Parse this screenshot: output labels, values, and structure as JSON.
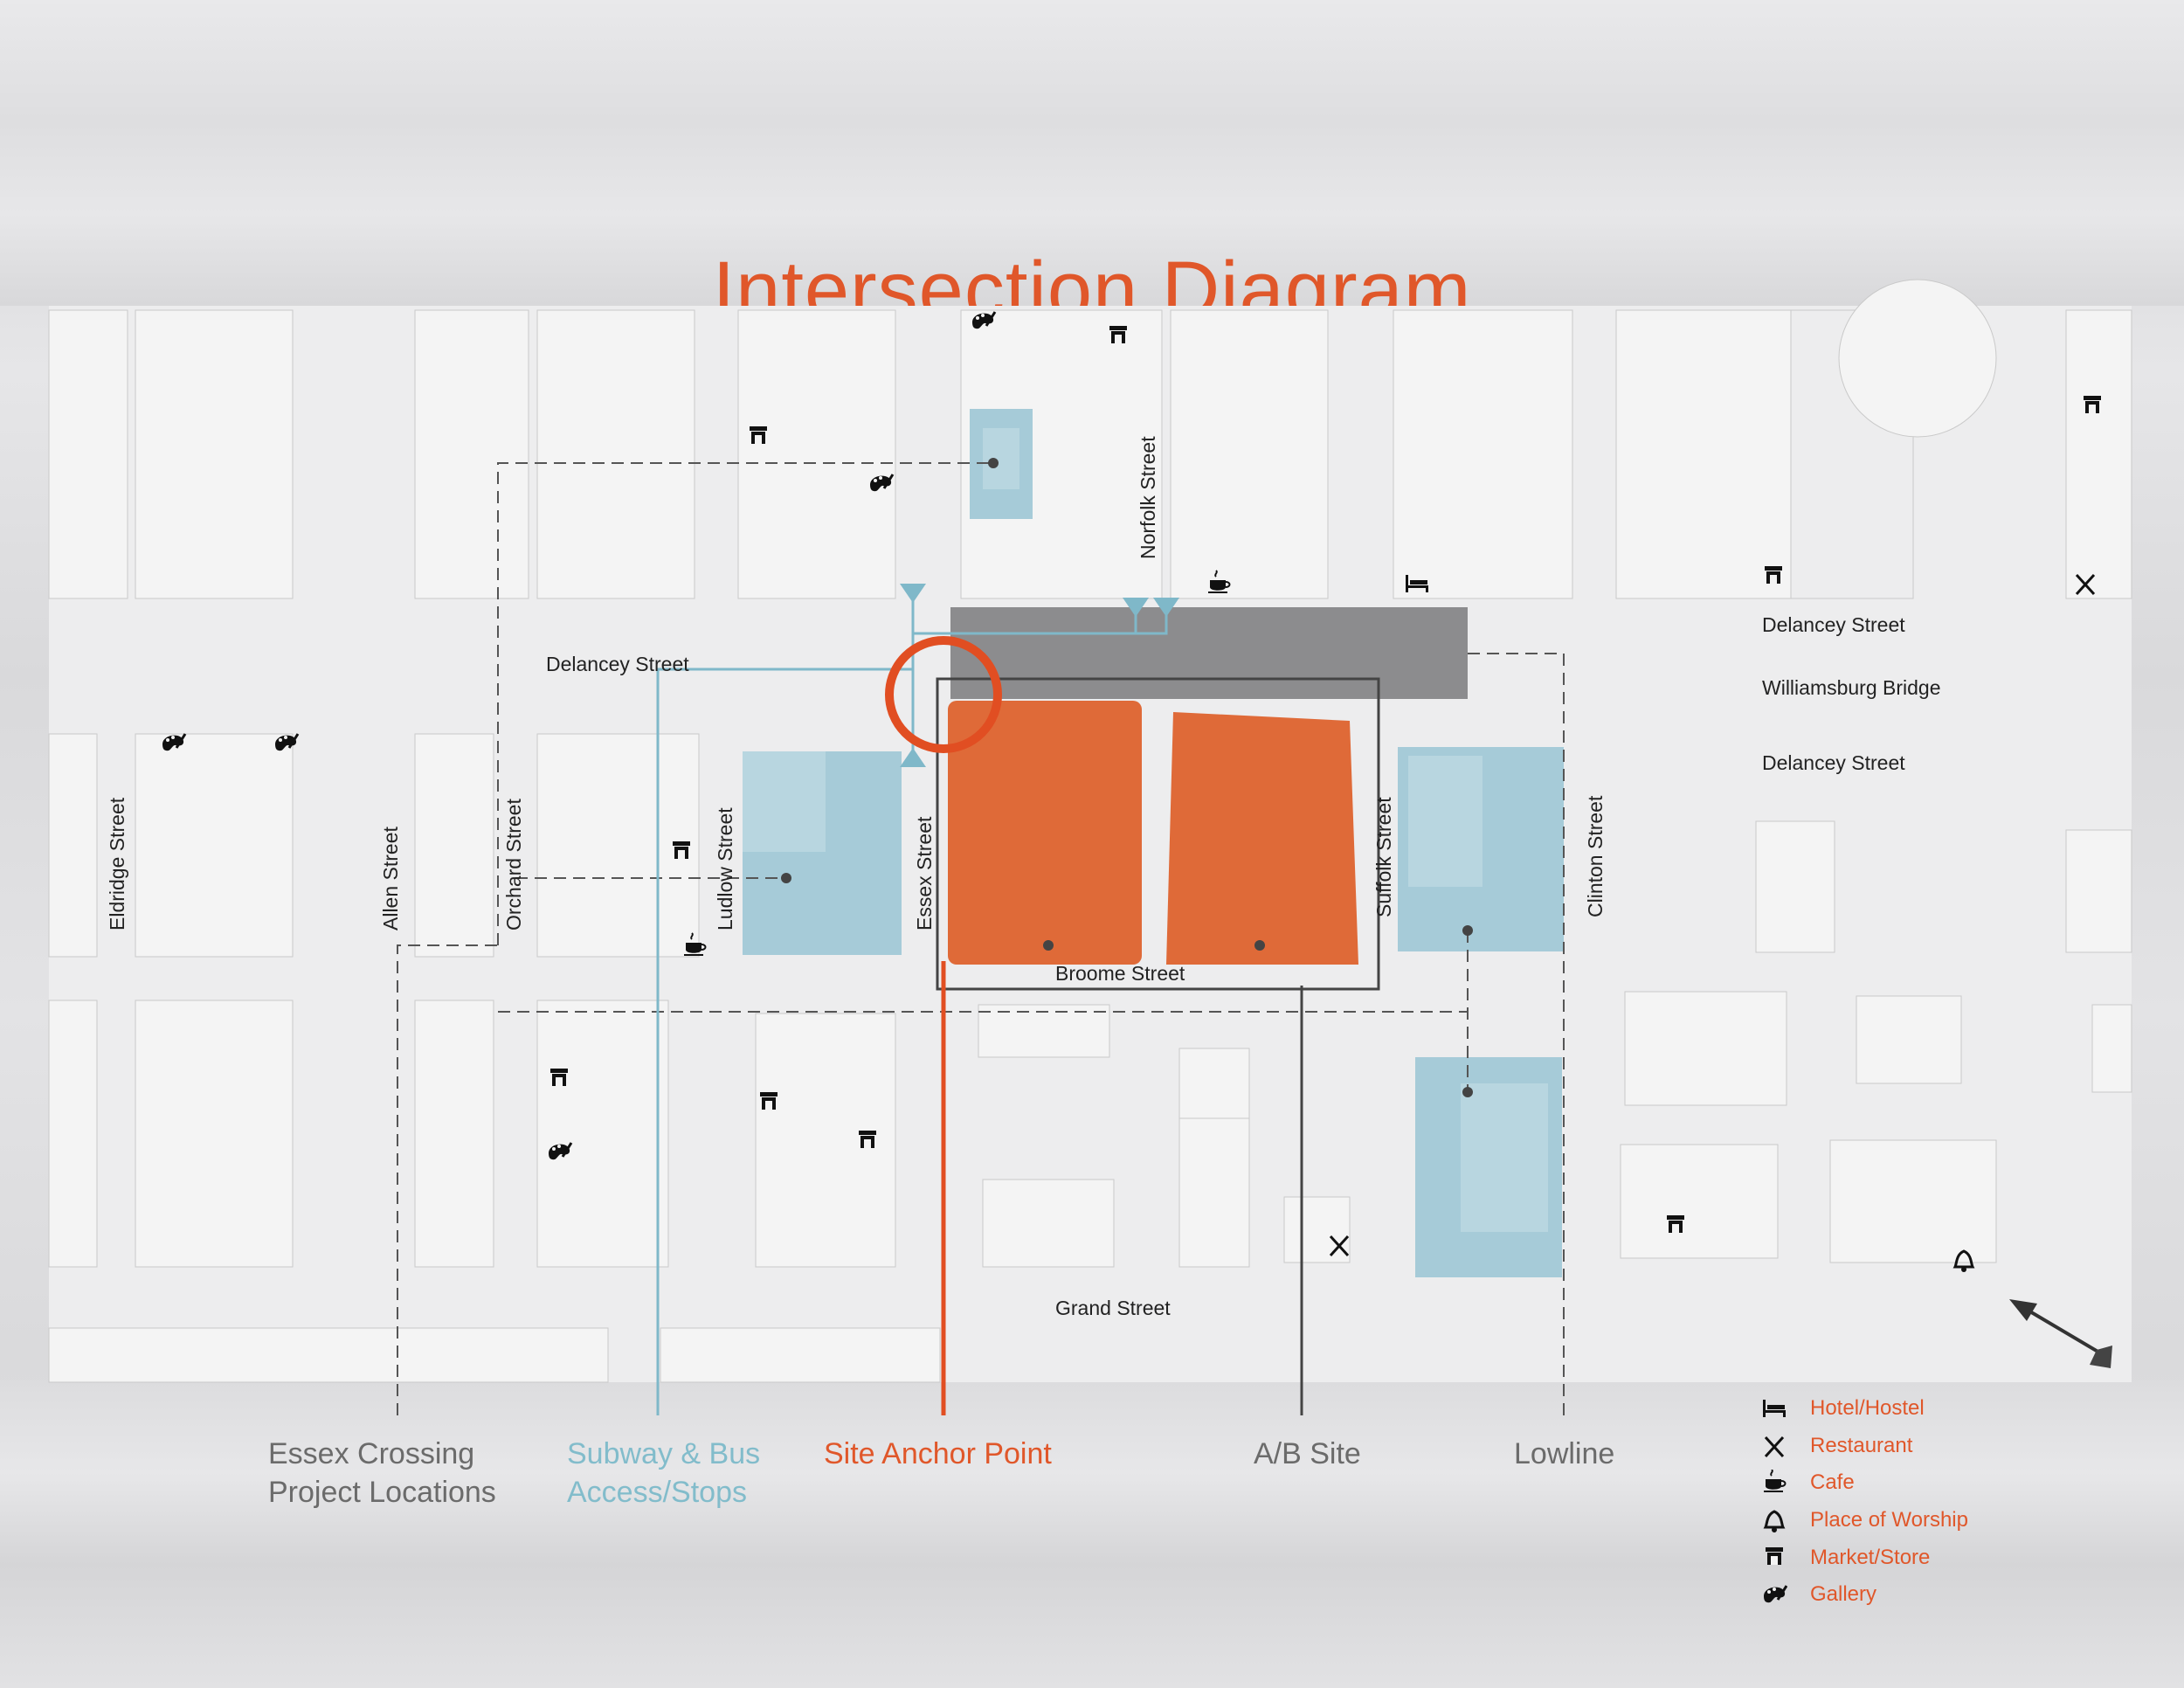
{
  "title": "Intersection Diagram",
  "colors": {
    "accent": "#e0572a",
    "site_orange": "#df6a38",
    "water_blue": "#a6cbd8",
    "transit_blue": "#7fb8c9",
    "anchor_red": "#e14e22",
    "lowline_gray": "#8c8c8e",
    "building": "#f1f1f1",
    "ground": "#ececec"
  },
  "streets": {
    "delancey_west": "Delancey Street",
    "delancey_east_north": "Delancey Street",
    "williamsburg_bridge": "Williamsburg Bridge",
    "delancey_east_south": "Delancey Street",
    "eldridge": "Eldridge Street",
    "allen": "Allen Street",
    "orchard": "Orchard Street",
    "ludlow": "Ludlow Street",
    "essex": "Essex Street",
    "norfolk": "Norfolk Street",
    "suffolk": "Suffolk Street",
    "clinton": "Clinton Street",
    "broome": "Broome Street",
    "grand": "Grand Street"
  },
  "legend_categories": [
    {
      "key": "essex_crossing",
      "label": "Essex Crossing\nProject Locations",
      "color": "#6b6b6b"
    },
    {
      "key": "subway_bus",
      "label": "Subway & Bus\nAccess/Stops",
      "color": "#82bccb"
    },
    {
      "key": "site_anchor",
      "label": "Site Anchor Point",
      "color": "#e0572a"
    },
    {
      "key": "ab_site",
      "label": "A/B Site",
      "color": "#6b6b6b"
    },
    {
      "key": "lowline",
      "label": "Lowline",
      "color": "#6b6b6b"
    }
  ],
  "icon_key": [
    {
      "icon": "bed-icon",
      "label": "Hotel/Hostel"
    },
    {
      "icon": "fork-knife-icon",
      "label": "Restaurant"
    },
    {
      "icon": "coffee-cup-icon",
      "label": "Cafe"
    },
    {
      "icon": "bell-icon",
      "label": "Place of Worship"
    },
    {
      "icon": "store-icon",
      "label": "Market/Store"
    },
    {
      "icon": "palette-icon",
      "label": "Gallery"
    }
  ]
}
